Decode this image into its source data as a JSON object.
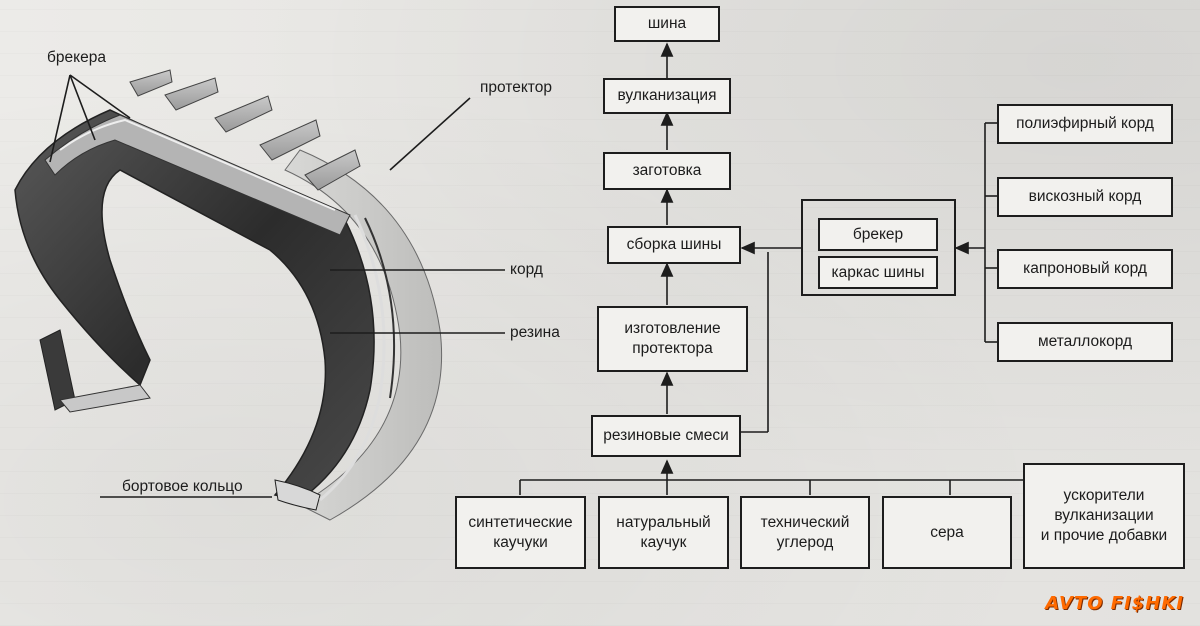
{
  "tire_labels": {
    "breakers": "брекера",
    "tread": "протектор",
    "cord": "корд",
    "rubber": "резина",
    "bead_ring": "бортовое кольцо"
  },
  "flowchart": {
    "tire": "шина",
    "vulcanization": "вулканизация",
    "blank": "заготовка",
    "assembly": "сборка шины",
    "tread_making": "изготовление\nпротектора",
    "rubber_compounds": "резиновые смеси",
    "breaker": "брекер",
    "carcass": "каркас шины",
    "cords": [
      "полиэфирный корд",
      "вискозный корд",
      "капроновый корд",
      "металлокорд"
    ],
    "ingredients": [
      "синтетические\nкаучуки",
      "натуральный\nкаучук",
      "технический\nуглерод",
      "сера",
      "ускорители\nвулканизации\nи прочие добавки"
    ]
  },
  "watermark": "AVTO FI$HKI",
  "colors": {
    "ink": "#1d1d1d",
    "paper": "#e9e8e5",
    "watermark": "#ff6a00"
  }
}
